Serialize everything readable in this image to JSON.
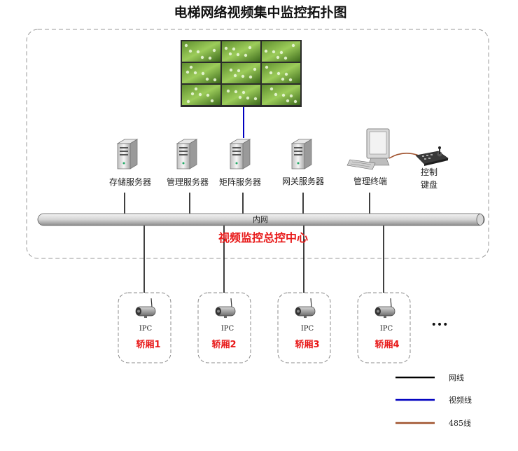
{
  "title": "电梯网络视频集中监控拓扑图",
  "center_label": "视频监控总控中心",
  "network_label": "内网",
  "servers": [
    {
      "label": "存储服务器"
    },
    {
      "label": "管理服务器"
    },
    {
      "label": "矩阵服务器"
    },
    {
      "label": "网关服务器"
    }
  ],
  "terminal": {
    "label": "管理终端"
  },
  "keyboard": {
    "label_line1": "控制",
    "label_line2": "键盘"
  },
  "cameras": [
    {
      "type": "IPC",
      "name": "轿厢1"
    },
    {
      "type": "IPC",
      "name": "轿厢2"
    },
    {
      "type": "IPC",
      "name": "轿厢3"
    },
    {
      "type": "IPC",
      "name": "轿厢4"
    }
  ],
  "ellipsis": "•••",
  "legend": [
    {
      "label": "网线",
      "color": "#000000"
    },
    {
      "label": "视频线",
      "color": "#0000c0"
    },
    {
      "label": "485线",
      "color": "#a0522d"
    }
  ],
  "colors": {
    "accent_red": "#e81919",
    "video_line": "#0000c0",
    "rs485_line": "#a0522d"
  }
}
